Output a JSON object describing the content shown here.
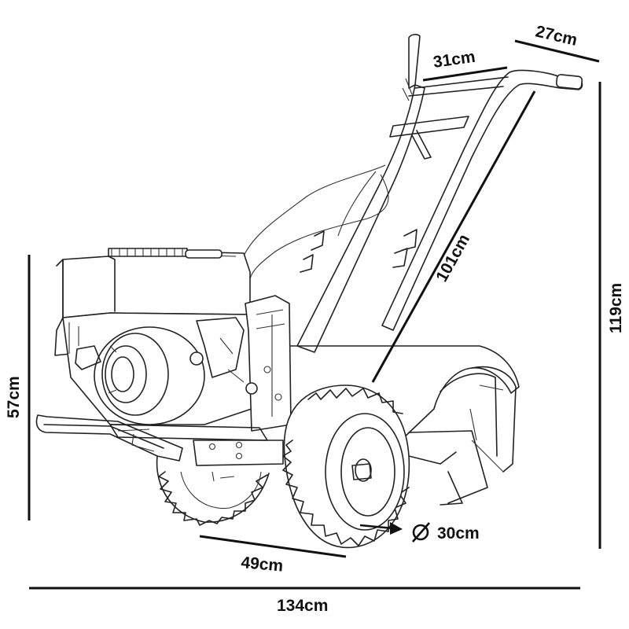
{
  "figure": {
    "subject_icon": "rear-tine-tiller-icon",
    "colors": {
      "line": "#222222",
      "dimension": "#111111",
      "background": "#ffffff"
    }
  },
  "dimensions": {
    "handle_width": "31cm",
    "handle_grip": "27cm",
    "handle_length": "101cm",
    "total_height": "119cm",
    "engine_height": "57cm",
    "wheel_track": "49cm",
    "wheel_diameter_symbol": "Ø",
    "wheel_diameter": "30cm",
    "total_length": "134cm"
  }
}
